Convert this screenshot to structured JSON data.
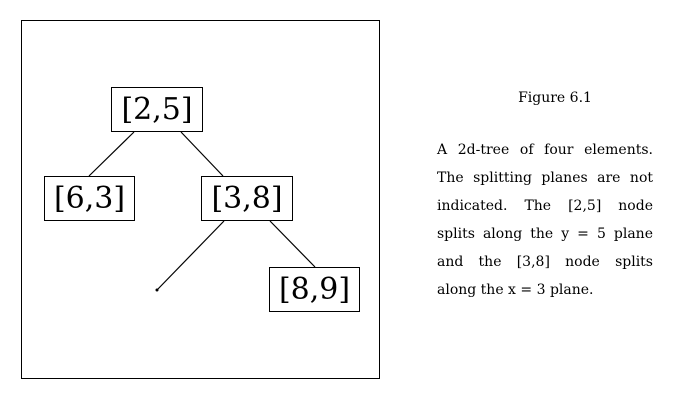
{
  "figure": {
    "title": "Figure 6.1",
    "caption": "A 2d-tree of four elements. The splitting planes are not indicated. The [2,5] node splits along the y = 5 plane and the [3,8] node splits along the x = 3 plane."
  },
  "tree": {
    "root": "[2,5]",
    "left": "[6,3]",
    "right": "[3,8]",
    "right_right": "[8,9]"
  }
}
